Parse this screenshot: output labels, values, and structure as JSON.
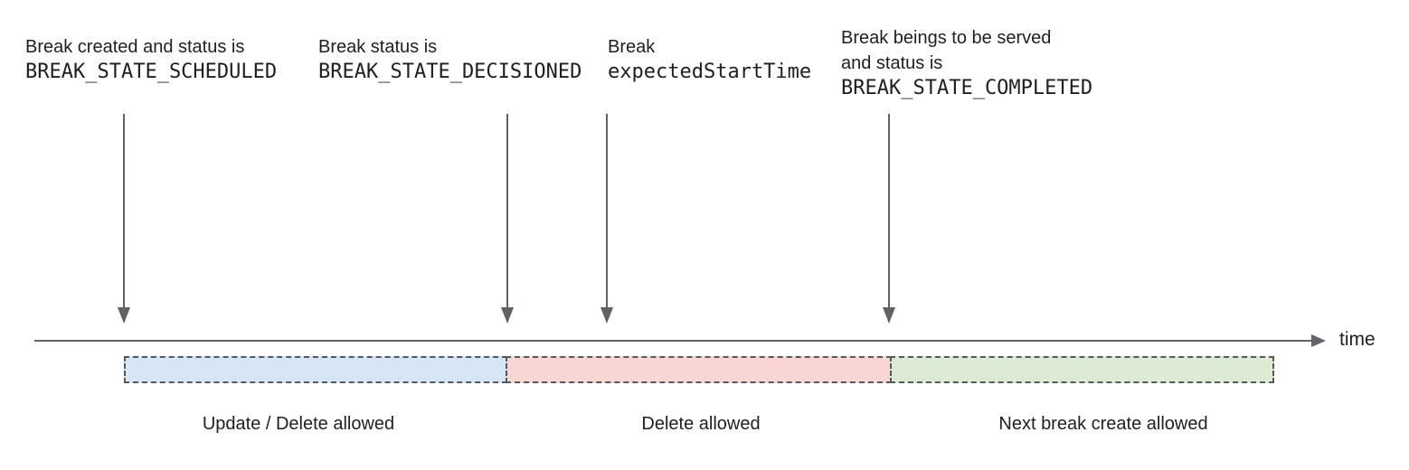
{
  "annotations": {
    "scheduled": {
      "line1": "Break created and status is",
      "code": "BREAK_STATE_SCHEDULED"
    },
    "decisioned": {
      "line1": "Break status is",
      "code": "BREAK_STATE_DECISIONED"
    },
    "expected_start": {
      "line1": "Break",
      "code": "expectedStartTime"
    },
    "completed": {
      "line1": "Break beings to be served",
      "line2": "and status is",
      "code": "BREAK_STATE_COMPLETED"
    }
  },
  "timeline": {
    "axis_label": "time"
  },
  "segments": {
    "update_delete": {
      "label": "Update / Delete allowed",
      "color": "#d7e6f7"
    },
    "delete_only": {
      "label": "Delete allowed",
      "color": "#f8d6d3"
    },
    "next_create": {
      "label": "Next break create allowed",
      "color": "#ddebd4"
    }
  },
  "colors": {
    "line": "#5f6368",
    "dashed_border": "#55585c",
    "text": "#1f1f1f"
  }
}
